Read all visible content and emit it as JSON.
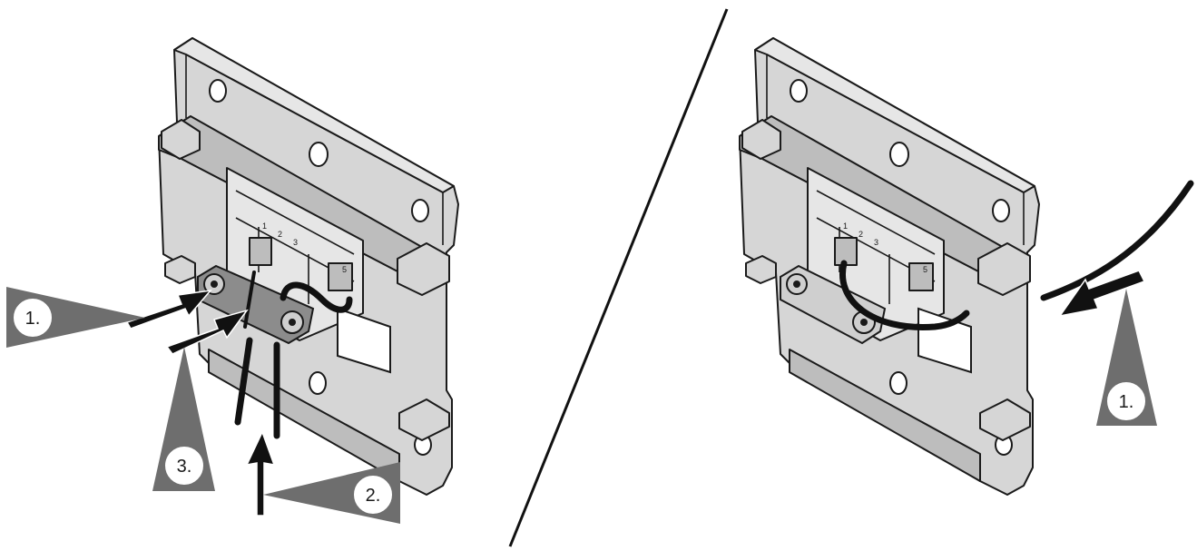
{
  "steps": {
    "left_step_1": "1.",
    "left_step_2": "2.",
    "left_step_3": "3.",
    "right_step_1": "1."
  },
  "terminal_numbers": {
    "left": [
      "1",
      "2",
      "3"
    ],
    "left_extra": "5",
    "right": [
      "1",
      "2",
      "3"
    ],
    "right_extra": "5"
  },
  "colors": {
    "plate": "#d6d6d6",
    "pointer": "#6e6e6e",
    "wire": "#111111"
  }
}
